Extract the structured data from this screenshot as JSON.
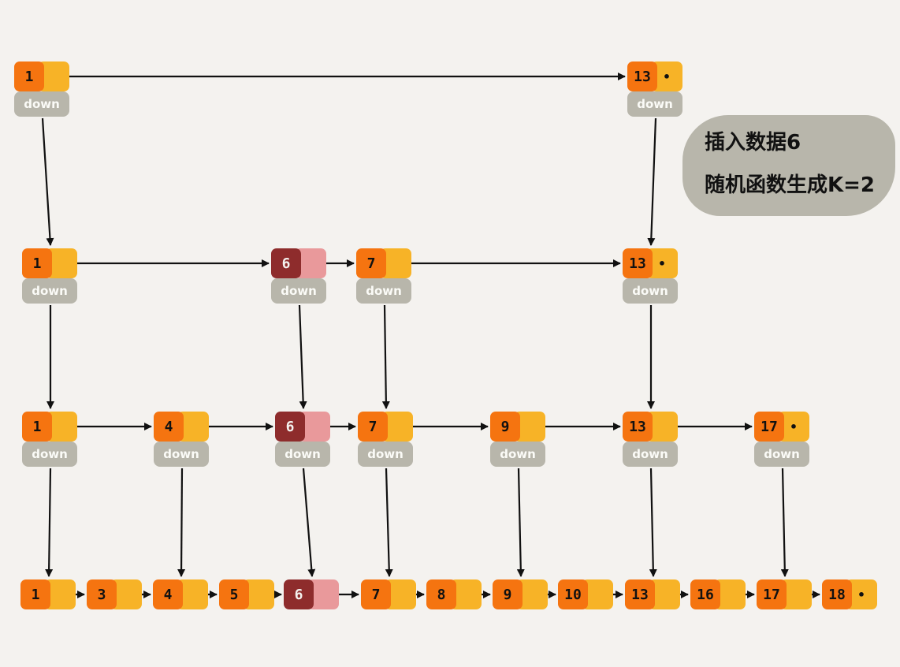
{
  "note": {
    "line1": "插入数据6",
    "line2": "随机函数生成K=2"
  },
  "down_label": "down",
  "null_marker": "•",
  "colors": {
    "node_value": "#f57410",
    "node_next": "#f7b327",
    "new_node_value": "#8e2c2c",
    "new_node_next": "#e9999b",
    "down_box": "#b8b6ab",
    "arrow": "#111111"
  },
  "levels": [
    {
      "name": "level-3",
      "nodes": [
        {
          "value": "1"
        },
        {
          "value": "13",
          "tail": true
        }
      ]
    },
    {
      "name": "level-2",
      "nodes": [
        {
          "value": "1"
        },
        {
          "value": "6",
          "new": true
        },
        {
          "value": "7"
        },
        {
          "value": "13",
          "tail": true
        }
      ]
    },
    {
      "name": "level-1",
      "nodes": [
        {
          "value": "1"
        },
        {
          "value": "4"
        },
        {
          "value": "6",
          "new": true
        },
        {
          "value": "7"
        },
        {
          "value": "9"
        },
        {
          "value": "13"
        },
        {
          "value": "17",
          "tail": true
        }
      ]
    },
    {
      "name": "level-0",
      "nodes": [
        {
          "value": "1"
        },
        {
          "value": "3"
        },
        {
          "value": "4"
        },
        {
          "value": "5"
        },
        {
          "value": "6",
          "new": true
        },
        {
          "value": "7"
        },
        {
          "value": "8"
        },
        {
          "value": "9"
        },
        {
          "value": "10"
        },
        {
          "value": "13"
        },
        {
          "value": "16"
        },
        {
          "value": "17"
        },
        {
          "value": "18",
          "tail": true
        }
      ]
    }
  ]
}
